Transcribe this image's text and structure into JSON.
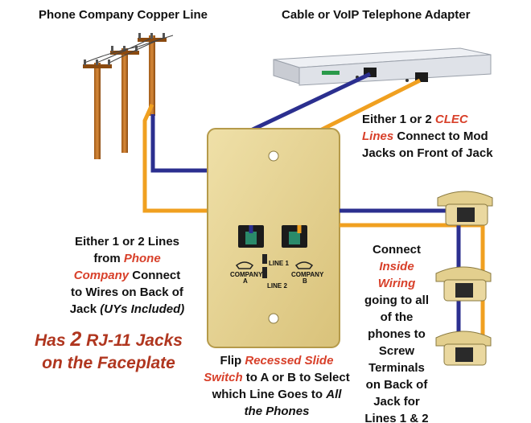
{
  "title_copper": "Phone Company Copper Line",
  "title_adapter": "Cable or VoIP Telephone Adapter",
  "clec_note": {
    "l1": "Either 1 or 2 ",
    "l1_red": "CLEC",
    "l2_red": "Lines",
    "l2": " Connect to Mod",
    "l3": "Jacks on Front of Jack"
  },
  "phone_co_note": {
    "l1": "Either 1 or 2 Lines",
    "l2": "from ",
    "l2_red": "Phone",
    "l3_red": "Company",
    "l3": " Connect",
    "l4": "to Wires on Back of",
    "l5": "Jack ",
    "l5_it": "(UYs Included)"
  },
  "headline": {
    "p1": "Has ",
    "num": "2",
    "p2": " RJ-11 Jacks",
    "l2": "on the Faceplate"
  },
  "switch_note": {
    "l1": "Flip ",
    "l1_red": "Recessed Slide",
    "l2_red": "Switch",
    "l2": " to A or B to Select",
    "l3": "which Line Goes to ",
    "l3_it": "All",
    "l4_it": "the Phones"
  },
  "inside_note": {
    "l1": "Connect",
    "l2_red": "Inside",
    "l3_red": "Wiring",
    "l4": "going to all",
    "l5": "of the",
    "l6": "phones to",
    "l7": "Screw",
    "l8": "Terminals",
    "l9": "on Back of",
    "l10": "Jack  for",
    "l11": "Lines 1 & 2"
  },
  "faceplate": {
    "line1": "LINE 1",
    "line2": "LINE 2",
    "company_a": "COMPANY",
    "a": "A",
    "company_b": "COMPANY",
    "b": "B"
  },
  "colors": {
    "blue_wire": "#2b2f8f",
    "orange_wire": "#f0a020",
    "faceplate": "#e3cf8e",
    "accent_red": "#d8402a"
  }
}
